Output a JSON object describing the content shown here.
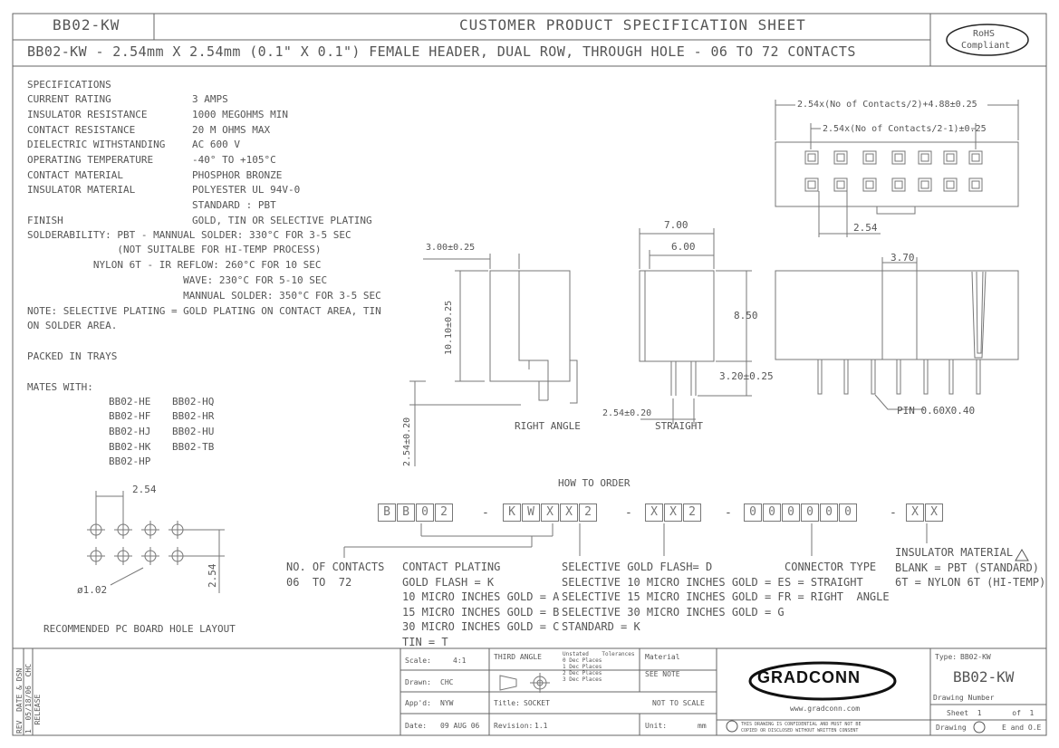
{
  "header": {
    "part": "BB02-KW",
    "sheet_title": "CUSTOMER PRODUCT SPECIFICATION SHEET",
    "description": "BB02-KW - 2.54mm X 2.54mm (0.1\" X 0.1\") FEMALE HEADER, DUAL ROW, THROUGH HOLE - 06 TO 72 CONTACTS",
    "rohs": [
      "RoHS",
      "Compliant"
    ]
  },
  "specs": {
    "heading": "SPECIFICATIONS",
    "rows": [
      {
        "label": "CURRENT RATING",
        "value": "3 AMPS"
      },
      {
        "label": "INSULATOR RESISTANCE",
        "value": "1000 MEGOHMS MIN"
      },
      {
        "label": "CONTACT RESISTANCE",
        "value": "20 M OHMS MAX"
      },
      {
        "label": "DIELECTRIC WITHSTANDING",
        "value": "AC 600 V"
      },
      {
        "label": "OPERATING TEMPERATURE",
        "value": "-40° TO +105°C"
      },
      {
        "label": "CONTACT MATERIAL",
        "value": "PHOSPHOR BRONZE"
      },
      {
        "label": "INSULATOR MATERIAL",
        "value": "POLYESTER UL 94V-0"
      },
      {
        "label": "",
        "value": "STANDARD : PBT"
      },
      {
        "label": "FINISH",
        "value": "GOLD, TIN OR SELECTIVE PLATING"
      }
    ],
    "solder_lines": [
      "SOLDERABILITY: PBT - MANNUAL SOLDER: 330°C FOR 3-5 SEC",
      "               (NOT SUITALBE FOR HI-TEMP PROCESS)",
      "           NYLON 6T - IR REFLOW: 260°C FOR 10 SEC",
      "                          WAVE: 230°C FOR 5-10 SEC",
      "                          MANNUAL SOLDER: 350°C FOR 3-5 SEC"
    ],
    "note": [
      "NOTE: SELECTIVE PLATING = GOLD PLATING ON CONTACT AREA, TIN",
      "ON SOLDER AREA."
    ],
    "packed": "PACKED IN TRAYS",
    "mates_label": "MATES WITH:",
    "mates_col1": [
      "BB02-HE",
      "BB02-HF",
      "BB02-HJ",
      "BB02-HK",
      "BB02-HP"
    ],
    "mates_col2": [
      "BB02-HQ",
      "BB02-HR",
      "BB02-HU",
      "BB02-TB"
    ]
  },
  "drawing": {
    "top_dim1": "2.54x(No of Contacts/2)+4.88±0.25",
    "top_dim2": "2.54x(No of Contacts/2-1)±0.25",
    "pitch": "2.54",
    "ra_width": "3.00±0.25",
    "ra_height": "10.10±0.25",
    "ra_pin": "2.54±0.20",
    "ra_label": "RIGHT ANGLE",
    "st_w1": "7.00",
    "st_w2": "6.00",
    "st_h": "8.50",
    "st_tail": "3.20±0.25",
    "st_pin": "2.54±0.20",
    "st_label": "STRAIGHT",
    "side_dim": "3.70",
    "pin_note": "PIN 0.60X0.40",
    "pcb_pitch": "2.54",
    "pcb_pitch_v": "2.54",
    "pcb_hole": "ø1.02",
    "pcb_label": "RECOMMENDED PC BOARD HOLE LAYOUT"
  },
  "order": {
    "heading": "HOW TO ORDER",
    "g1": [
      "B",
      "B",
      "0",
      "2"
    ],
    "g2": [
      "K",
      "W",
      "X",
      "X",
      "2"
    ],
    "g3": [
      "X",
      "X",
      "2"
    ],
    "g4": [
      "0",
      "0",
      "0",
      "0",
      "0",
      "0"
    ],
    "g5": [
      "X",
      "X"
    ],
    "dash": "-",
    "contacts": [
      "NO. OF CONTACTS",
      "06  TO  72"
    ],
    "plating": [
      "CONTACT PLATING",
      "GOLD FLASH = K",
      "10 MICRO INCHES GOLD = A",
      "15 MICRO INCHES GOLD = B",
      "30 MICRO INCHES GOLD = C",
      "TIN = T"
    ],
    "selective": [
      "SELECTIVE GOLD FLASH= D",
      "SELECTIVE 10 MICRO INCHES GOLD = E",
      "SELECTIVE 15 MICRO INCHES GOLD = F",
      "SELECTIVE 30 MICRO INCHES GOLD = G",
      "STANDARD = K"
    ],
    "connector": [
      "CONNECTOR TYPE",
      "S = STRAIGHT",
      "R = RIGHT  ANGLE"
    ],
    "insulator": [
      "INSULATOR MATERIAL",
      "BLANK = PBT (STANDARD)",
      "6T = NYLON 6T (HI-TEMP)"
    ]
  },
  "title_block": {
    "rev_text": [
      "REV  DATE & DSN",
      "1  05/18/06  CHC",
      "  RELEASE"
    ],
    "scale_label": "Scale:",
    "scale": "4:1",
    "drawn_label": "Drawn:",
    "drawn": "CHC",
    "appd_label": "App'd:",
    "appd": "NYW",
    "date_label": "Date:",
    "date": "09 AUG 06",
    "third_angle": "THIRD ANGLE",
    "tolerances": [
      "Unstated    Tolerances",
      "0 Dec Places",
      "1 Dec Places",
      "2 Dec Places",
      "3 Dec Places"
    ],
    "title_label": "Title:",
    "title": "SOCKET",
    "revision_label": "Revision:",
    "revision": "1.1",
    "material_label": "Material",
    "material": "SEE NOTE",
    "not_to_scale": "NOT TO SCALE",
    "unit_label": "Unit:",
    "unit": "mm",
    "brand": "GRADCONN",
    "website": "www.gradconn.com",
    "confidential": [
      "THIS DRAWING IS CONFIDENTIAL AND MUST NOT BE",
      "COPIED OR DISCLOSED WITHOUT WRITTEN CONSENT"
    ],
    "type_label": "Type:",
    "type": "BB02-KW",
    "drawing_number_big": "BB02-KW",
    "drawing_number_label": "Drawing Number",
    "sheet": "Sheet  1       of  1",
    "drawing_label": "Drawing",
    "copyright": "E and O.E"
  }
}
